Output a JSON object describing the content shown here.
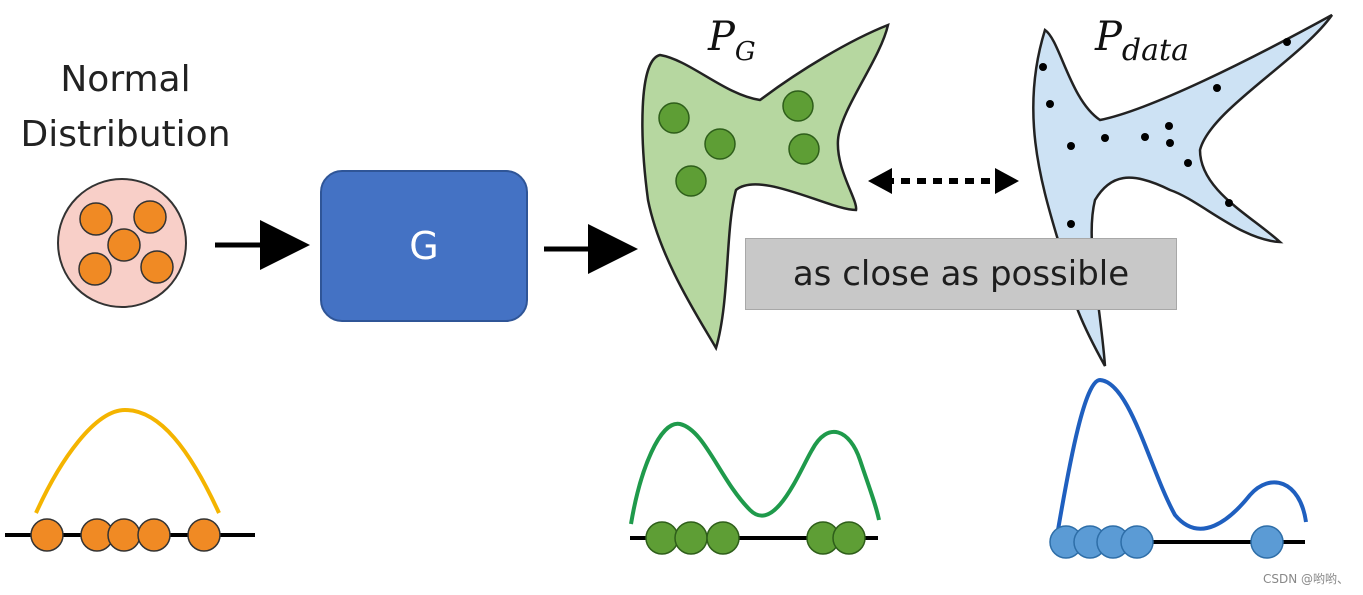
{
  "labels": {
    "normal_distribution": "Normal\nDistribution",
    "generator": "G",
    "pg_main": "P",
    "pg_sub": "G",
    "pdata_main": "P",
    "pdata_sub": "data",
    "close": "as close as possible",
    "watermark": "CSDN @哟哟、"
  },
  "colors": {
    "orange_dot": "#f08a24",
    "normal_circle_fill": "#f8cfc8",
    "yellow_curve": "#f4b400",
    "generator_fill": "#4472c4",
    "green_shape_fill": "#b6d7a0",
    "green_dot": "#5e9e35",
    "green_curve": "#1f9a4b",
    "blue_shape_fill": "#cde2f4",
    "blue_dot": "#5b9bd5",
    "blue_curve": "#1f5fbf",
    "close_box_fill": "#c8c8c8"
  }
}
